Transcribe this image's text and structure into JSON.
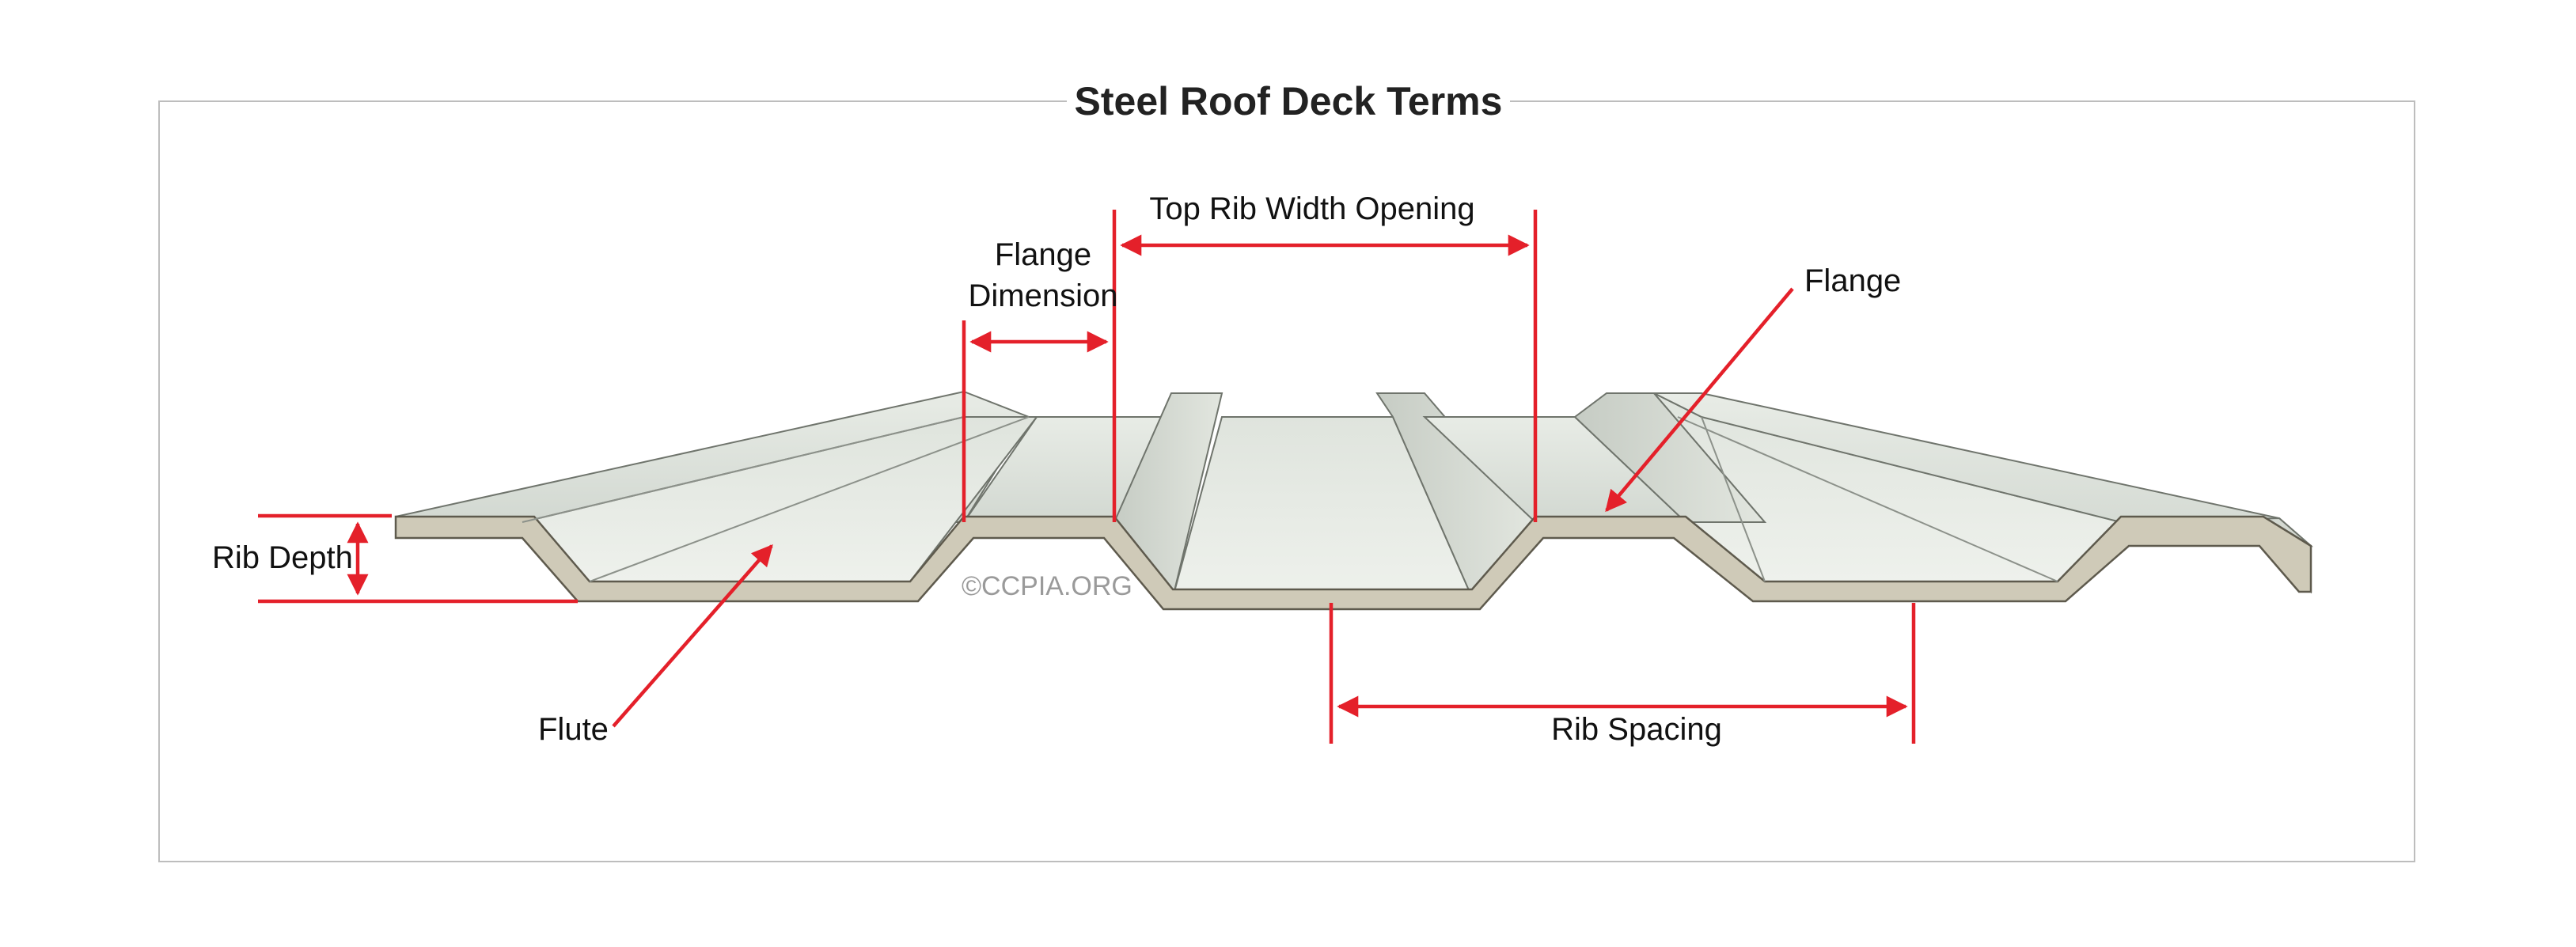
{
  "title": "Steel Roof Deck Terms",
  "labels": {
    "top_rib_width_opening": "Top Rib Width Opening",
    "flange_dimension_line1": "Flange",
    "flange_dimension_line2": "Dimension",
    "flange": "Flange",
    "rib_depth": "Rib Depth",
    "flute": "Flute",
    "rib_spacing": "Rib Spacing"
  },
  "watermark": "©CCPIA.ORG",
  "colors": {
    "annotation": "#e4202a",
    "deck_top": "#dfe5df",
    "deck_edge": "#c9c4b2",
    "frame": "#bdbdbd"
  }
}
